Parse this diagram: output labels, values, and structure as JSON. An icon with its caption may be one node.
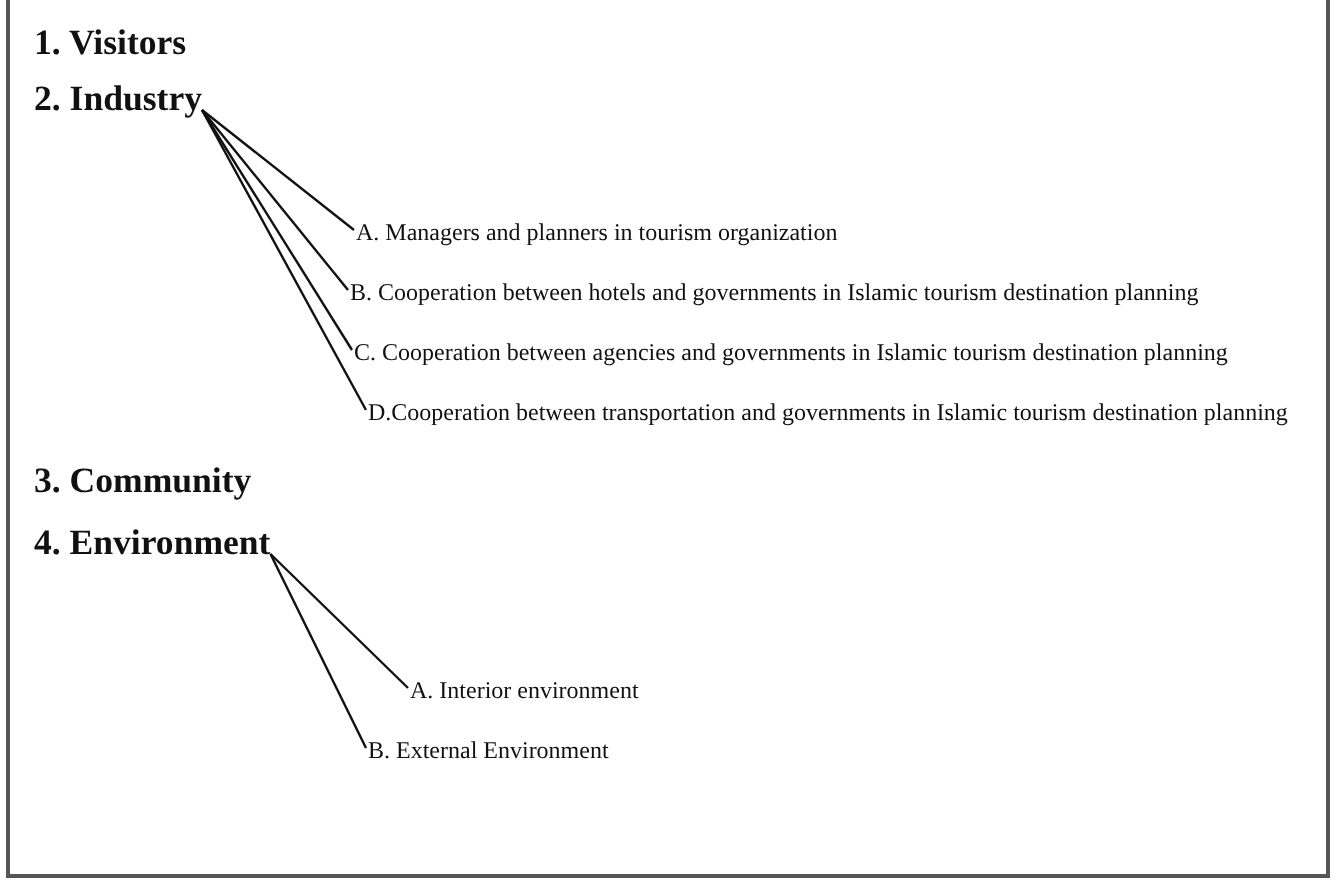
{
  "diagram": {
    "nodes": [
      {
        "text": [
          "1. Visitors"
        ]
      },
      {
        "text": [
          "2. Industry"
        ]
      },
      {
        "text": [
          "A. Managers and planners in tourism organization"
        ]
      },
      {
        "text": [
          "B. Cooperation between hotels and governments in Islamic tourism destination planning"
        ]
      },
      {
        "text": [
          "C. Cooperation between agencies and governments in Islamic tourism destination planning"
        ]
      },
      {
        "text": [
          "D.Cooperation between transportation and governments in Islamic tourism destination planning"
        ]
      },
      {
        "text": [
          "3. Community"
        ]
      },
      {
        "text": [
          "4. Environment"
        ]
      },
      {
        "text": [
          "A. Interior environment"
        ]
      },
      {
        "text": [
          "B. External Environment"
        ]
      }
    ],
    "edges": [
      {
        "from": 1,
        "to": 2,
        "arrow": "none"
      },
      {
        "from": 1,
        "to": 3,
        "arrow": "none"
      },
      {
        "from": 1,
        "to": 4,
        "arrow": "none"
      },
      {
        "from": 1,
        "to": 5,
        "arrow": "none"
      },
      {
        "from": 7,
        "to": 8,
        "arrow": "none"
      },
      {
        "from": 7,
        "to": 9,
        "arrow": "none"
      }
    ]
  }
}
